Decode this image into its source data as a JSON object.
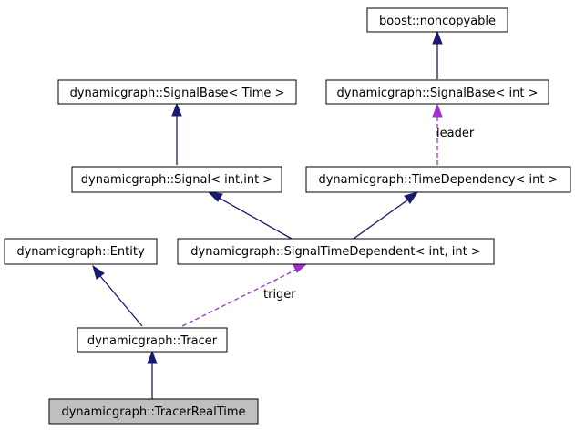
{
  "diagram": {
    "nodes": {
      "noncopyable": {
        "label": "boost::noncopyable"
      },
      "signalbase_time": {
        "label": "dynamicgraph::SignalBase< Time >"
      },
      "signalbase_int": {
        "label": "dynamicgraph::SignalBase< int >"
      },
      "signal_int_int": {
        "label": "dynamicgraph::Signal< int,int >"
      },
      "timedependency_int": {
        "label": "dynamicgraph::TimeDependency< int >"
      },
      "entity": {
        "label": "dynamicgraph::Entity"
      },
      "signaltimedependent": {
        "label": "dynamicgraph::SignalTimeDependent< int, int >"
      },
      "tracer": {
        "label": "dynamicgraph::Tracer"
      },
      "tracerrealtime": {
        "label": "dynamicgraph::TracerRealTime"
      }
    },
    "edge_labels": {
      "leader": "leader",
      "triger": "triger"
    },
    "colors": {
      "inheritance": "#191970",
      "usage": "#9a32cd",
      "highlight_fill": "#bfbfbf"
    }
  }
}
